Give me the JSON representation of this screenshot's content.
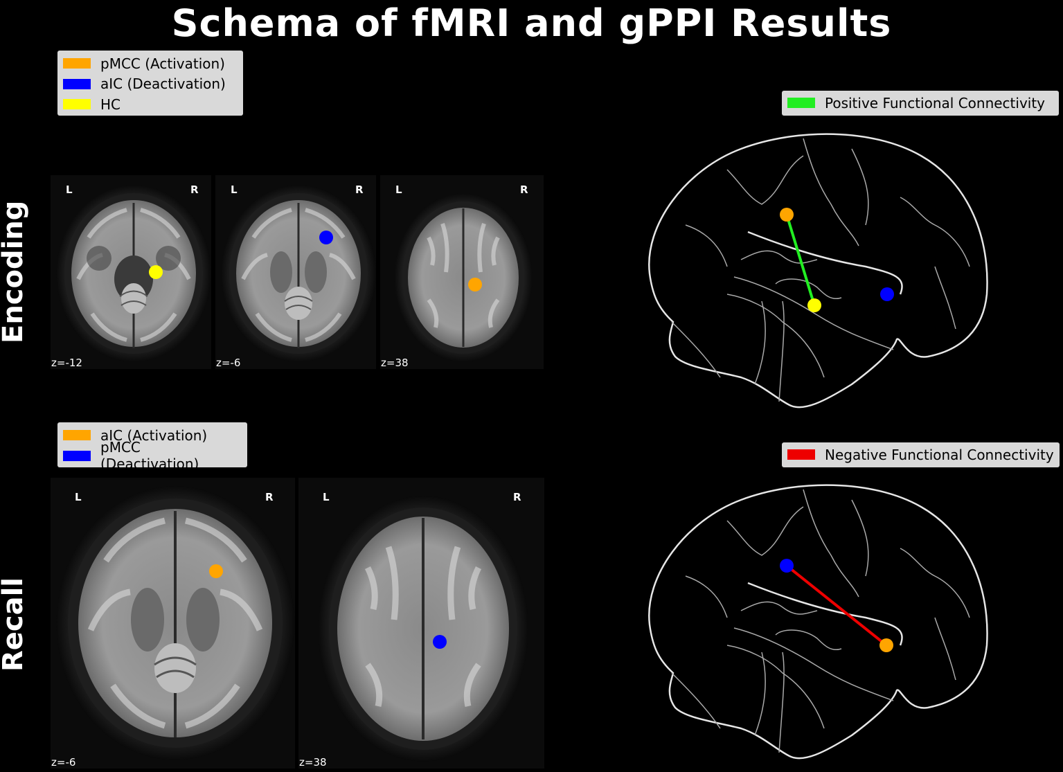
{
  "title": "Schema of fMRI and gPPI Results",
  "colors": {
    "orange": "#ffa500",
    "blue": "#0000ff",
    "yellow": "#ffff00",
    "green": "#22ee22",
    "red": "#ee0000"
  },
  "encoding": {
    "row_label": "Encoding",
    "legend": [
      {
        "label": "pMCC (Activation)",
        "color": "#ffa500"
      },
      {
        "label": "aIC (Deactivation)",
        "color": "#0000ff"
      },
      {
        "label": "HC",
        "color": "#ffff00"
      }
    ],
    "slices": [
      {
        "z_label": "z=-12",
        "left": "L",
        "right": "R",
        "marker": "#ffff00"
      },
      {
        "z_label": "z=-6",
        "left": "L",
        "right": "R",
        "marker": "#0000ff"
      },
      {
        "z_label": "z=38",
        "left": "L",
        "right": "R",
        "marker": "#ffa500"
      }
    ],
    "connectivity_legend": {
      "label": "Positive Functional Connectivity",
      "color": "#22ee22"
    }
  },
  "recall": {
    "row_label": "Recall",
    "legend": [
      {
        "label": "aIC (Activation)",
        "color": "#ffa500"
      },
      {
        "label": "pMCC (Deactivation)",
        "color": "#0000ff"
      }
    ],
    "slices": [
      {
        "z_label": "z=-6",
        "left": "L",
        "right": "R",
        "marker": "#ffa500"
      },
      {
        "z_label": "z=38",
        "left": "L",
        "right": "R",
        "marker": "#0000ff"
      }
    ],
    "connectivity_legend": {
      "label": "Negative Functional Connectivity",
      "color": "#ee0000"
    }
  }
}
